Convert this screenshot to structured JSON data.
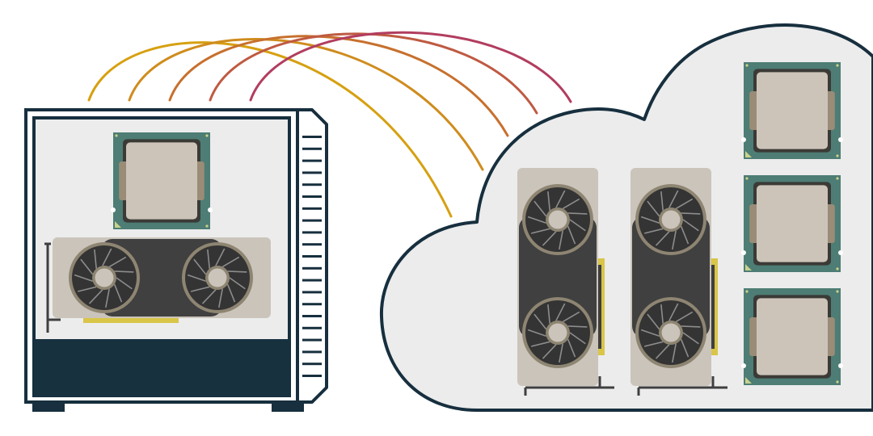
{
  "colors": {
    "background": "#ffffff",
    "outline": "#172f3e",
    "case_panel": "#ececec",
    "case_base": "#18313f",
    "cloud_fill": "#ececec",
    "cpu_board": "#4d7d74",
    "cpu_frame": "#3b3a36",
    "cpu_lid": "#cdc4b9",
    "cpu_tab": "#9a8c77",
    "gpu_shroud": "#cbc4bb",
    "gpu_body": "#404040",
    "gpu_fan_ring": "#8e8572",
    "gpu_fan_blade": "#343434",
    "gpu_pcb_edge": "#d9c548",
    "bracket": "#3f3f3f",
    "arc_colors": [
      "#d6a010",
      "#cf8c1d",
      "#c7702d",
      "#bf5a42",
      "#b23d5f"
    ]
  },
  "icons": {
    "local_machine": "desktop-tower-icon",
    "cpu": "cpu-chip-icon",
    "gpu": "graphics-card-icon",
    "cloud": "cloud-icon",
    "link": "connection-arc-icon"
  },
  "local": {
    "cpu_count": 1,
    "gpu_count": 1
  },
  "cloud": {
    "cpu_count": 3,
    "gpu_count": 2
  },
  "connections": 5
}
